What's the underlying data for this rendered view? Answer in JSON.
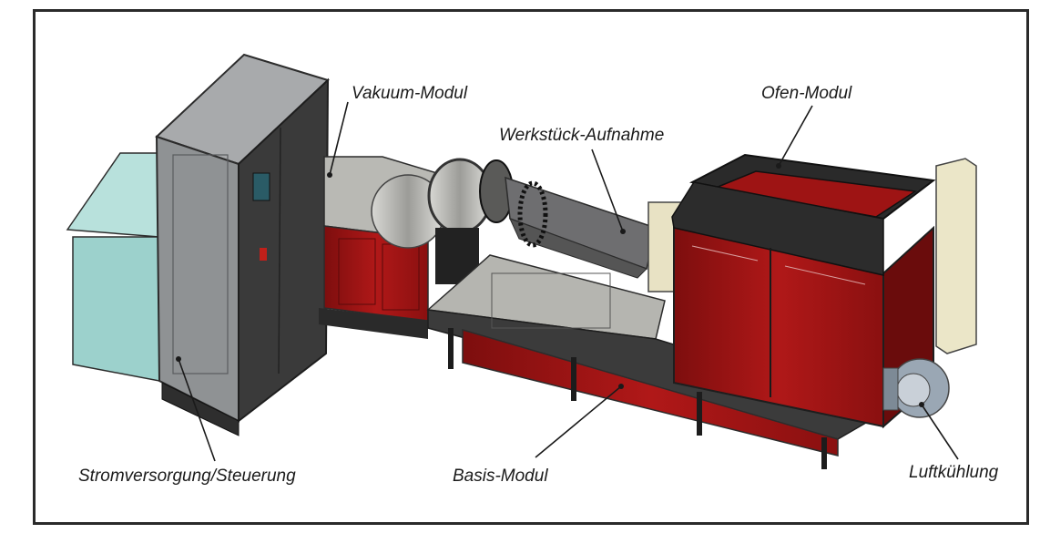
{
  "labels": {
    "vakuum": "Vakuum-Modul",
    "werkstueck": "Werkstück-Aufnahme",
    "ofen": "Ofen-Modul",
    "strom": "Stromversorgung/Steuerung",
    "basis": "Basis-Modul",
    "luft": "Luftkühlung"
  },
  "colors": {
    "red": "#9e1414",
    "dark_frame": "#2c2c2c",
    "cabinet_grey": "#8f9294",
    "cyan_box": "#9cd1cc",
    "steel": "#b9b9b4",
    "cream": "#e8e2c4"
  }
}
